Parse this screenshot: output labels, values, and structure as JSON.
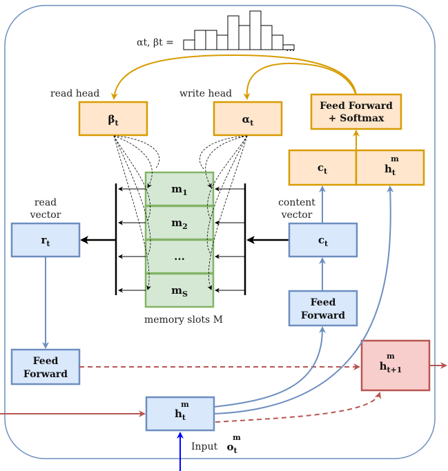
{
  "alpha_beta_label": "αt, βt =",
  "ellipsis": "...",
  "read_head": {
    "label": "read head",
    "symbol": "β",
    "sub": "t"
  },
  "write_head": {
    "label": "write head",
    "symbol": "α",
    "sub": "t"
  },
  "ff_softmax": {
    "line1": "Feed Forward",
    "line2": "+ Softmax"
  },
  "ct_top": {
    "symbol": "c",
    "sub": "t"
  },
  "ht_top": {
    "symbol": "h",
    "sup": "m",
    "sub": "t"
  },
  "memory": {
    "slots": [
      {
        "symbol": "m",
        "sub": "1"
      },
      {
        "symbol": "m",
        "sub": "2"
      },
      {
        "symbol": "...",
        "sub": ""
      },
      {
        "symbol": "m",
        "sub": "S"
      }
    ],
    "caption": "memory slots M"
  },
  "read_vector": {
    "line1": "read",
    "line2": "vector",
    "symbol": "r",
    "sub": "t"
  },
  "content_vector": {
    "line1": "content",
    "line2": "vector",
    "symbol": "c",
    "sub": "t"
  },
  "ff_left": {
    "line1": "Feed",
    "line2": "Forward"
  },
  "ff_right": {
    "line1": "Feed",
    "line2": "Forward"
  },
  "h_next": {
    "symbol": "h",
    "sup": "m",
    "sub": "t+1"
  },
  "h_input": {
    "symbol": "h",
    "sup": "m",
    "sub": "t"
  },
  "input_label": {
    "text": "Input",
    "symbol": "o",
    "sup": "m",
    "sub": "t"
  },
  "histogram": [
    2,
    4,
    4,
    3,
    7,
    5,
    8,
    5,
    3,
    1
  ],
  "colors": {
    "orange_stroke": "#d79b00",
    "orange_fill": "#ffe6cc",
    "blue_stroke": "#6c8ebf",
    "blue_fill": "#dae8fc",
    "green_stroke": "#82b366",
    "green_fill": "#d5e8d4",
    "red_stroke": "#b85450",
    "red_fill": "#f8cecc",
    "input_arrow": "#0000ff"
  }
}
